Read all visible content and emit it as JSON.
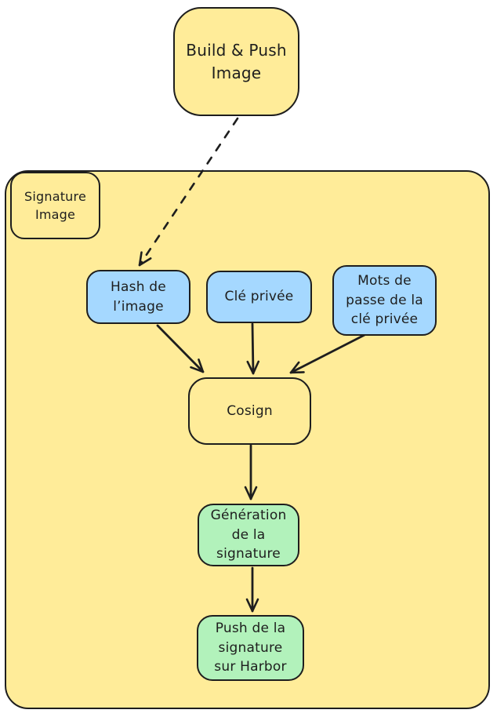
{
  "diagram": {
    "type": "flowchart",
    "style": "hand-drawn (excalidraw-like)",
    "colors": {
      "canvas_background": "#ffffff",
      "yellow_fill": "#ffec99",
      "blue_fill": "#a5d8ff",
      "green_fill": "#b2f2bb",
      "stroke": "#1e1e1e"
    },
    "nodes": {
      "build_push": {
        "label": "Build & Push\nImage",
        "fill": "#ffec99"
      },
      "signature_group": {
        "label": "Signature\nImage",
        "fill": "#ffec99"
      },
      "hash_image": {
        "label": "Hash de\nl’image",
        "fill": "#a5d8ff"
      },
      "cle_privee": {
        "label": "Clé privée",
        "fill": "#a5d8ff"
      },
      "mots_de_passe": {
        "label": "Mots de\npasse de la\nclé privée",
        "fill": "#a5d8ff"
      },
      "cosign": {
        "label": "Cosign",
        "fill": "transparent"
      },
      "generation_signature": {
        "label": "Génération\nde la\nsignature",
        "fill": "#b2f2bb"
      },
      "push_signature": {
        "label": "Push de la\nsignature\nsur Harbor",
        "fill": "#b2f2bb"
      }
    },
    "edges": [
      {
        "from": "build_push",
        "to": "hash_image",
        "style": "dashed",
        "arrowhead": "open"
      },
      {
        "from": "hash_image",
        "to": "cosign",
        "style": "solid",
        "arrowhead": "open"
      },
      {
        "from": "cle_privee",
        "to": "cosign",
        "style": "solid",
        "arrowhead": "open"
      },
      {
        "from": "mots_de_passe",
        "to": "cosign",
        "style": "solid",
        "arrowhead": "open"
      },
      {
        "from": "cosign",
        "to": "generation_signature",
        "style": "solid",
        "arrowhead": "open"
      },
      {
        "from": "generation_signature",
        "to": "push_signature",
        "style": "solid",
        "arrowhead": "open"
      }
    ]
  }
}
